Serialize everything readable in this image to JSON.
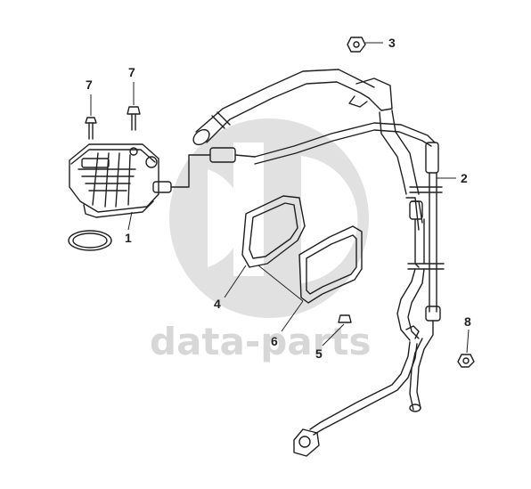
{
  "watermark": {
    "text": "data-parts",
    "color": "#d6d6d6"
  },
  "callouts": [
    {
      "id": "c1",
      "label": "1"
    },
    {
      "id": "c2",
      "label": "2"
    },
    {
      "id": "c3",
      "label": "3"
    },
    {
      "id": "c4",
      "label": "4"
    },
    {
      "id": "c5",
      "label": "5"
    },
    {
      "id": "c6",
      "label": "6"
    },
    {
      "id": "c7a",
      "label": "7"
    },
    {
      "id": "c7b",
      "label": "7"
    },
    {
      "id": "c8",
      "label": "8"
    }
  ],
  "colors": {
    "line": "#1f1f1f",
    "watermark": "#d6d6d6",
    "background": "#ffffff"
  }
}
